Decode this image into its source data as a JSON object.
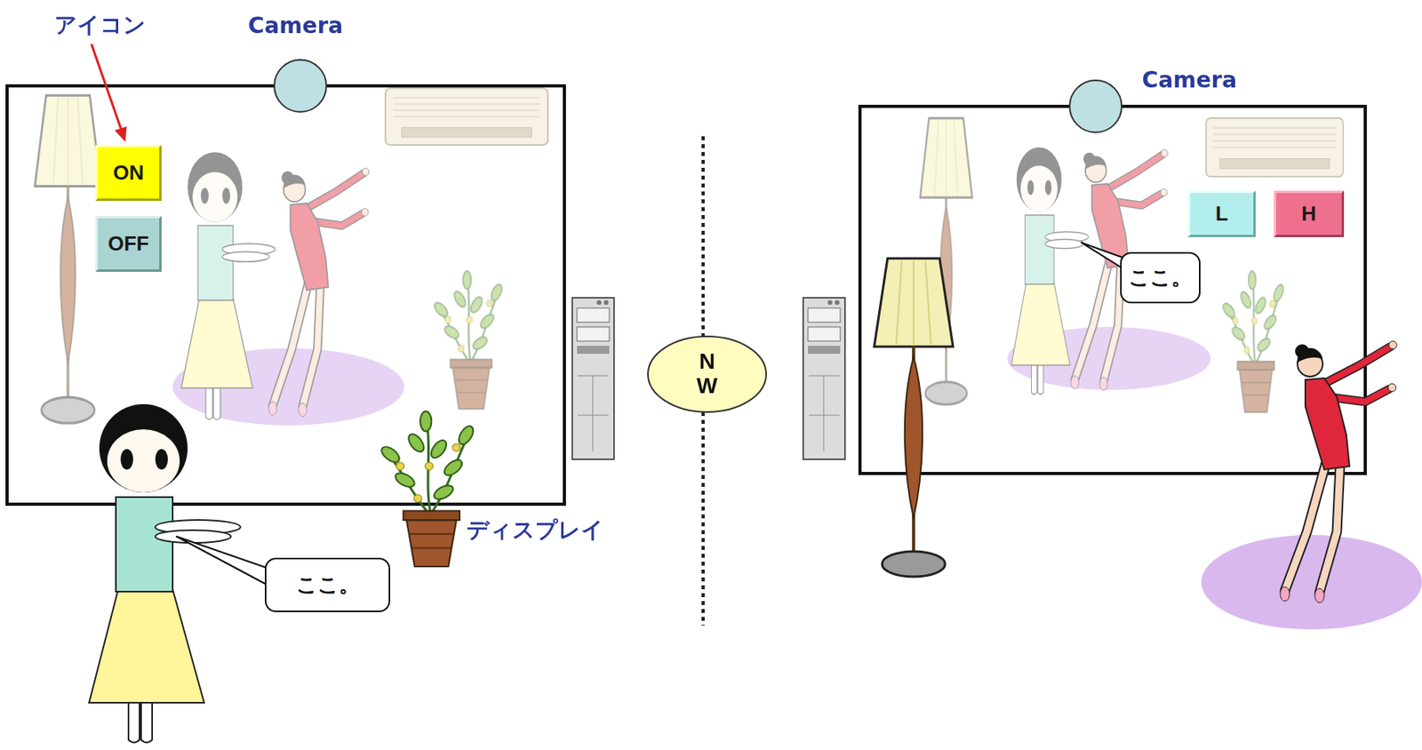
{
  "diagram": {
    "nodes": [
      {
        "text": [
          "ON"
        ]
      },
      {
        "text": [
          "OFF"
        ]
      },
      {
        "text": [
          "ここ。"
        ]
      },
      {
        "text": [
          "N W"
        ]
      },
      {
        "text": [
          "L"
        ]
      },
      {
        "text": [
          "H"
        ]
      },
      {
        "text": [
          "ここ。"
        ]
      }
    ],
    "labels": [
      "アイコン",
      "Camera",
      "Camera",
      "ディスプレイ"
    ]
  }
}
